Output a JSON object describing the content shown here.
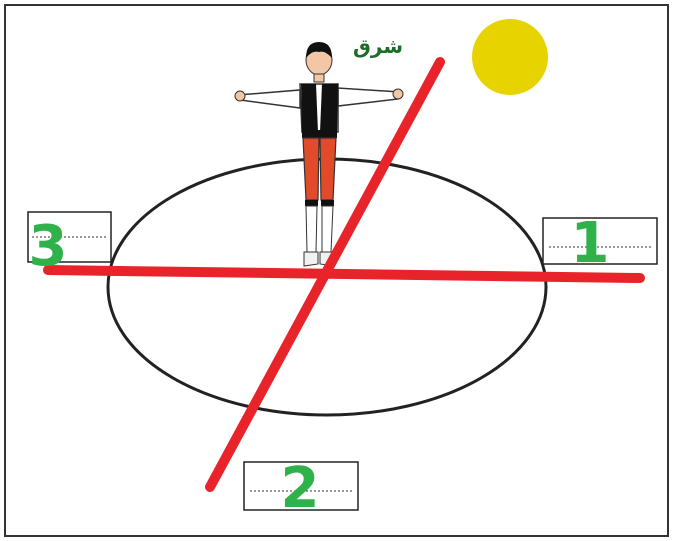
{
  "diagram": {
    "east_label": "شرق",
    "direction_numbers": {
      "right": "1",
      "bottom": "2",
      "left": "3"
    },
    "colors": {
      "axes": "#e8232a",
      "sun": "#e6d300",
      "ellipse": "#222222",
      "numbers": "#2fb24a",
      "east_text": "#1f6b2a"
    },
    "icons": [
      "sun-icon",
      "person-figure"
    ]
  }
}
